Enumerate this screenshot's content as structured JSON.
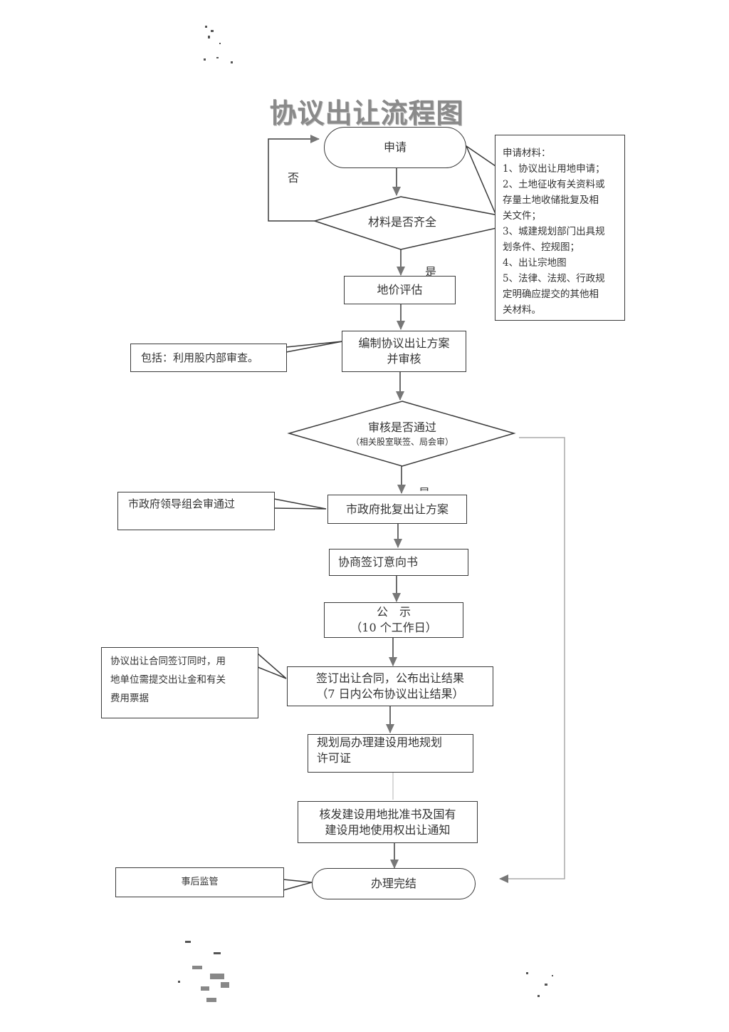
{
  "title": "协议出让流程图",
  "nodes": {
    "apply": "申请",
    "materials_check": "材料是否齐全",
    "land_valuation": "地价评估",
    "prepare_plan_line1": "编制协议出让方案",
    "prepare_plan_line2": "并审核",
    "review_pass_line1": "审核是否通过",
    "review_pass_line2": "（相关股室联签、局会审）",
    "gov_approval": "市政府批复出让方案",
    "intent_letter": "协商签订意向书",
    "publicity_line1": "公　示",
    "publicity_line2": "（10 个工作日）",
    "sign_contract_line1": "签订出让合同，公布出让结果",
    "sign_contract_line2": "（7 日内公布协议出让结果）",
    "planning_permit_line1": "规划局办理建设用地规划",
    "planning_permit_line2": "许可证",
    "approval_issue_line1": "核发建设用地批准书及国有",
    "approval_issue_line2": "建设用地使用权出让通知",
    "complete": "办理完结"
  },
  "edge_labels": {
    "no": "否",
    "yes_1": "是",
    "yes_2": "是"
  },
  "notes": {
    "materials": {
      "heading": "申请材料：",
      "lines": [
        "1、协议出让用地申请；",
        "2、土地征收有关资料或",
        "存量土地收储批复及相",
        "关文件；",
        "3、城建规划部门出具规",
        "划条件、控规图；",
        "4、出让宗地图",
        "5、法律、法规、行政规",
        "定明确应提交的其他相",
        "关材料。"
      ]
    },
    "internal_review": "包括：利用股内部审查。",
    "gov_leader": "市政府领导组会审通过",
    "contract_payment": {
      "lines": [
        "协议出让合同签订同时，用",
        "地单位需提交出让金和有关",
        "费用票据"
      ]
    },
    "supervision": "事后监管"
  },
  "colors": {
    "line": "#3a3a3a",
    "arrow": "#777777",
    "title": "#8a8a8a"
  }
}
